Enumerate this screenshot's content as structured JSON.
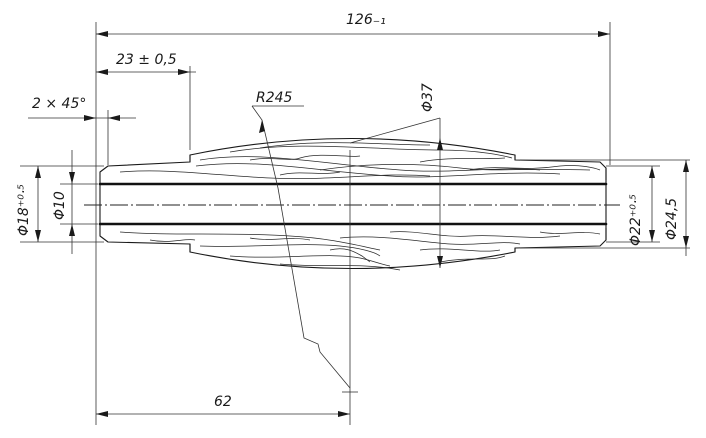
{
  "drawing": {
    "dimensions": {
      "overall_length": "126₋₁",
      "shoulder_length": "23 ± 0,5",
      "chamfer": "2 × 45°",
      "radius": "R245",
      "max_diameter": "Φ37",
      "left_end_diameter": "Φ18⁺⁰·⁵",
      "bore_diameter": "Φ10",
      "right_neck_diameter": "Φ22⁺⁰·⁵",
      "right_end_diameter": "Φ24,5",
      "half_length": "62"
    }
  }
}
